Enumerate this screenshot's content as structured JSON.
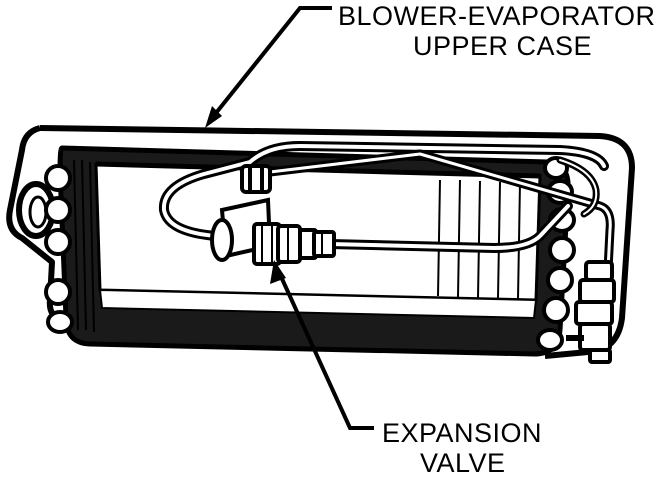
{
  "callouts": {
    "upper_case": {
      "line1": "BLOWER-EVAPORATOR",
      "line2": "UPPER CASE"
    },
    "expansion_valve": {
      "line1": "EXPANSION",
      "line2": "VALVE"
    }
  },
  "colors": {
    "ink": "#000000",
    "paper": "#ffffff"
  }
}
